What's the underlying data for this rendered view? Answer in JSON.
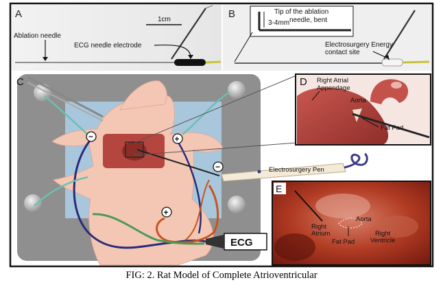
{
  "caption": "FIG: 2. Rat Model of Complete Atrioventricular",
  "panels": {
    "A": {
      "letter": "A",
      "scale_bar": "1cm",
      "needle_label": "Ablation needle",
      "electrode_label": "ECG needle electrode"
    },
    "B": {
      "letter": "B",
      "tip_label_line1": "Tip of the ablation",
      "tip_label_line2": "needle, bent",
      "tip_size": "3-4mm",
      "contact_label_line1": "Electrosurgery Energy",
      "contact_label_line2": "contact site"
    },
    "C": {
      "letter": "C",
      "pen_label": "Electrosurgery Pen",
      "ecg_label": "ECG",
      "minus_symbol": "−",
      "plus_symbol": "+"
    },
    "D": {
      "letter": "D",
      "appendage_line1": "Right Atrial",
      "appendage_line2": "Appendage",
      "aorta": "Aorta",
      "fat_pad": "Fat Pad"
    },
    "E": {
      "letter": "E",
      "aorta": "Aorta",
      "right_atrium_line1": "Right",
      "right_atrium_line2": "Atrium",
      "fat_pad": "Fat Pad",
      "right_ventricle_line1": "Right",
      "right_ventricle_line2": "Ventricle"
    }
  },
  "colors": {
    "frame": "#111111",
    "table_blue": "#a9c7dc",
    "rat_body": "#f4c7b5",
    "heart_red": "#b5453f",
    "blue_wire": "#2a2a7a",
    "orange_wire": "#c8531f",
    "green_wire": "#4a9a55",
    "teal_wire": "#6cc0b0"
  }
}
